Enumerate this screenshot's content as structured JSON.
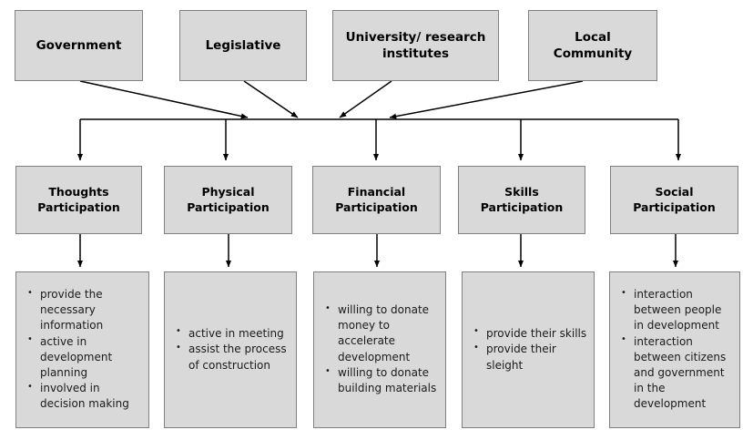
{
  "diagram": {
    "title": "Stakeholder roles and forms of participation flowchart",
    "style": {
      "box_fill": "#d9d9d9",
      "box_border": "#808080",
      "connector_color": "#000000",
      "text_color": "#000000"
    },
    "stakeholders": [
      {
        "label": "Government"
      },
      {
        "label": "Legislative"
      },
      {
        "label": "University/ research\ninstitutes"
      },
      {
        "label": "Local\nCommunity"
      }
    ],
    "participation_types": [
      {
        "label": "Thoughts\nParticipation"
      },
      {
        "label": "Physical\nParticipation"
      },
      {
        "label": "Financial\nParticipation"
      },
      {
        "label": "Skills\nParticipation"
      },
      {
        "label": "Social\nParticipation"
      }
    ],
    "details": [
      {
        "for": "Thoughts Participation",
        "items": [
          "provide the necessary information",
          "active in development planning",
          "involved in decision making"
        ]
      },
      {
        "for": "Physical Participation",
        "items": [
          "active in meeting",
          "assist the process of construction"
        ]
      },
      {
        "for": "Financial Participation",
        "items": [
          "willing to donate money to accelerate development",
          "willing to donate building materials"
        ]
      },
      {
        "for": "Skills Participation",
        "items": [
          "provide their skills",
          "provide their sleight"
        ]
      },
      {
        "for": "Social Participation",
        "items": [
          "interaction between people in development",
          "interaction between citizens and government in the development"
        ]
      }
    ]
  }
}
